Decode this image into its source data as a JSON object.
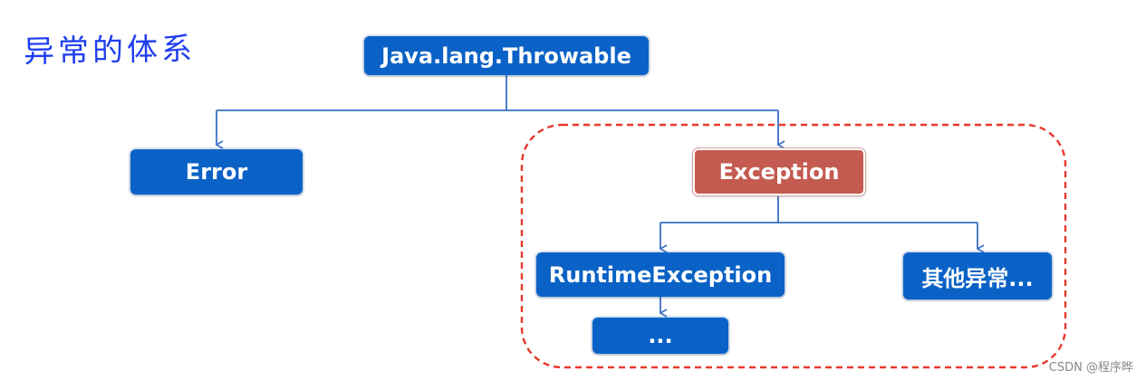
{
  "title": "异常的体系",
  "nodes": {
    "throwable": "Java.lang.Throwable",
    "error": "Error",
    "exception": "Exception",
    "runtime_exception": "RuntimeException",
    "other_exceptions": "其他异常...",
    "ellipsis": "..."
  },
  "watermark": "CSDN @程序晔",
  "colors": {
    "node_blue": "#0b62c6",
    "node_red": "#c45b50",
    "connector": "#3a6fc4",
    "highlight_border": "#e8392e",
    "title": "#1f3ef0"
  }
}
